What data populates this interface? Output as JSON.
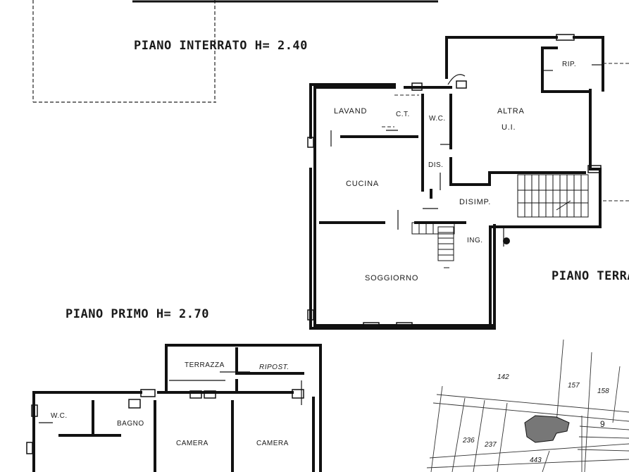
{
  "titles": {
    "interrato": "PIANO INTERRATO  H= 2.40",
    "primo": "PIANO PRIMO  H= 2.70",
    "terra": "PIANO TERRA"
  },
  "rooms": {
    "lavand": "LAVAND",
    "ct": "C.T.",
    "wc_ground": "W.C.",
    "altra": "ALTRA",
    "ui": "U.I.",
    "rip": "RIP.",
    "dis": "DIS.",
    "cucina": "CUCINA",
    "disimp": "DISIMP.",
    "ing": "ING.",
    "soggiorno": "SOGGIORNO",
    "terrazza": "TERRAZZA",
    "ripost": "RIPOST.",
    "wc_first": "W.C.",
    "bagno": "BAGNO",
    "camera_1": "CAMERA",
    "camera_2": "CAMERA"
  },
  "parcels": [
    "142",
    "157",
    "158",
    "9",
    "236",
    "237",
    "443"
  ]
}
